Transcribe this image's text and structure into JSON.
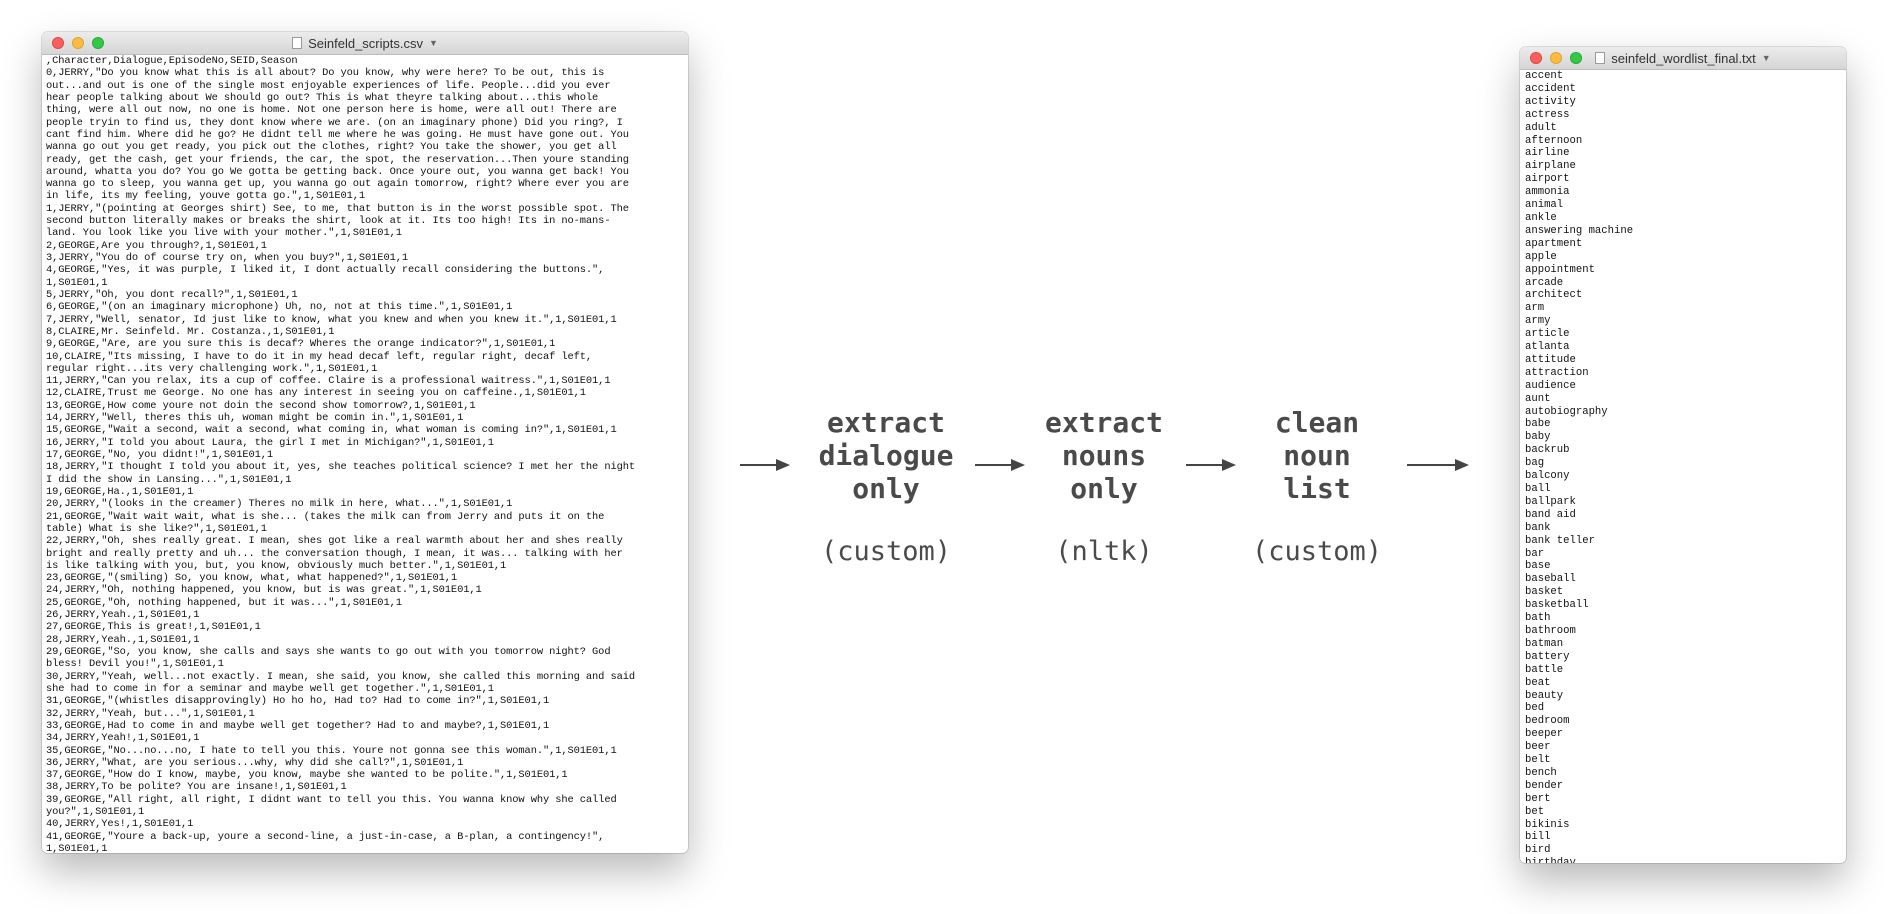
{
  "left_window": {
    "title": "Seinfeld_scripts.csv",
    "lines": [
      ",Character,Dialogue,EpisodeNo,SEID,Season",
      "0,JERRY,\"Do you know what this is all about? Do you know, why were here? To be out, this is",
      "out...and out is one of the single most enjoyable experiences of life. People...did you ever",
      "hear people talking about We should go out? This is what theyre talking about...this whole",
      "thing, were all out now, no one is home. Not one person here is home, were all out! There are",
      "people tryin to find us, they dont know where we are. (on an imaginary phone) Did you ring?, I",
      "cant find him. Where did he go? He didnt tell me where he was going. He must have gone out. You",
      "wanna go out you get ready, you pick out the clothes, right? You take the shower, you get all",
      "ready, get the cash, get your friends, the car, the spot, the reservation...Then youre standing",
      "around, whatta you do? You go We gotta be getting back. Once youre out, you wanna get back! You",
      "wanna go to sleep, you wanna get up, you wanna go out again tomorrow, right? Where ever you are",
      "in life, its my feeling, youve gotta go.\",1,S01E01,1",
      "1,JERRY,\"(pointing at Georges shirt) See, to me, that button is in the worst possible spot. The",
      "second button literally makes or breaks the shirt, look at it. Its too high! Its in no-mans-",
      "land. You look like you live with your mother.\",1,S01E01,1",
      "2,GEORGE,Are you through?,1,S01E01,1",
      "3,JERRY,\"You do of course try on, when you buy?\",1,S01E01,1",
      "4,GEORGE,\"Yes, it was purple, I liked it, I dont actually recall considering the buttons.\",",
      "1,S01E01,1",
      "5,JERRY,\"Oh, you dont recall?\",1,S01E01,1",
      "6,GEORGE,\"(on an imaginary microphone) Uh, no, not at this time.\",1,S01E01,1",
      "7,JERRY,\"Well, senator, Id just like to know, what you knew and when you knew it.\",1,S01E01,1",
      "8,CLAIRE,Mr. Seinfeld. Mr. Costanza.,1,S01E01,1",
      "9,GEORGE,\"Are, are you sure this is decaf? Wheres the orange indicator?\",1,S01E01,1",
      "10,CLAIRE,\"Its missing, I have to do it in my head decaf left, regular right, decaf left,",
      "regular right...its very challenging work.\",1,S01E01,1",
      "11,JERRY,\"Can you relax, its a cup of coffee. Claire is a professional waitress.\",1,S01E01,1",
      "12,CLAIRE,Trust me George. No one has any interest in seeing you on caffeine.,1,S01E01,1",
      "13,GEORGE,How come youre not doin the second show tomorrow?,1,S01E01,1",
      "14,JERRY,\"Well, theres this uh, woman might be comin in.\",1,S01E01,1",
      "15,GEORGE,\"Wait a second, wait a second, what coming in, what woman is coming in?\",1,S01E01,1",
      "16,JERRY,\"I told you about Laura, the girl I met in Michigan?\",1,S01E01,1",
      "17,GEORGE,\"No, you didnt!\",1,S01E01,1",
      "18,JERRY,\"I thought I told you about it, yes, she teaches political science? I met her the night",
      "I did the show in Lansing...\",1,S01E01,1",
      "19,GEORGE,Ha.,1,S01E01,1",
      "20,JERRY,\"(looks in the creamer) Theres no milk in here, what...\",1,S01E01,1",
      "21,GEORGE,\"Wait wait wait, what is she... (takes the milk can from Jerry and puts it on the",
      "table) What is she like?\",1,S01E01,1",
      "22,JERRY,\"Oh, shes really great. I mean, shes got like a real warmth about her and shes really",
      "bright and really pretty and uh... the conversation though, I mean, it was... talking with her",
      "is like talking with you, but, you know, obviously much better.\",1,S01E01,1",
      "23,GEORGE,\"(smiling) So, you know, what, what happened?\",1,S01E01,1",
      "24,JERRY,\"Oh, nothing happened, you know, but is was great.\",1,S01E01,1",
      "25,GEORGE,\"Oh, nothing happened, but it was...\",1,S01E01,1",
      "26,JERRY,Yeah.,1,S01E01,1",
      "27,GEORGE,This is great!,1,S01E01,1",
      "28,JERRY,Yeah.,1,S01E01,1",
      "29,GEORGE,\"So, you know, she calls and says she wants to go out with you tomorrow night? God",
      "bless! Devil you!\",1,S01E01,1",
      "30,JERRY,\"Yeah, well...not exactly. I mean, she said, you know, she called this morning and said",
      "she had to come in for a seminar and maybe well get together.\",1,S01E01,1",
      "31,GEORGE,\"(whistles disapprovingly) Ho ho ho, Had to? Had to come in?\",1,S01E01,1",
      "32,JERRY,\"Yeah, but...\",1,S01E01,1",
      "33,GEORGE,Had to come in and maybe well get together? Had to and maybe?,1,S01E01,1",
      "34,JERRY,Yeah!,1,S01E01,1",
      "35,GEORGE,\"No...no...no, I hate to tell you this. Youre not gonna see this woman.\",1,S01E01,1",
      "36,JERRY,\"What, are you serious...why, why did she call?\",1,S01E01,1",
      "37,GEORGE,\"How do I know, maybe, you know, maybe she wanted to be polite.\",1,S01E01,1",
      "38,JERRY,To be polite? You are insane!,1,S01E01,1",
      "39,GEORGE,\"All right, all right, I didnt want to tell you this. You wanna know why she called",
      "you?\",1,S01E01,1",
      "40,JERRY,Yes!,1,S01E01,1",
      "41,GEORGE,\"Youre a back-up, youre a second-line, a just-in-case, a B-plan, a contingency!\",",
      "1,S01E01,1"
    ]
  },
  "steps": [
    {
      "name_lines": [
        "extract",
        "dialogue",
        "only"
      ],
      "tool": "(custom)"
    },
    {
      "name_lines": [
        "extract",
        "nouns",
        "only"
      ],
      "tool": "(nltk)"
    },
    {
      "name_lines": [
        "clean",
        "noun",
        "list"
      ],
      "tool": "(custom)"
    }
  ],
  "right_window": {
    "title": "seinfeld_wordlist_final.txt",
    "lines": [
      "accent",
      "accident",
      "activity",
      "actress",
      "adult",
      "afternoon",
      "airline",
      "airplane",
      "airport",
      "ammonia",
      "animal",
      "ankle",
      "answering machine",
      "apartment",
      "apple",
      "appointment",
      "arcade",
      "architect",
      "arm",
      "army",
      "article",
      "atlanta",
      "attitude",
      "attraction",
      "audience",
      "aunt",
      "autobiography",
      "babe",
      "baby",
      "backrub",
      "bag",
      "balcony",
      "ball",
      "ballpark",
      "band aid",
      "bank",
      "bank teller",
      "bar",
      "base",
      "baseball",
      "basket",
      "basketball",
      "bath",
      "bathroom",
      "batman",
      "battery",
      "battle",
      "beat",
      "beauty",
      "bed",
      "bedroom",
      "beeper",
      "beer",
      "belt",
      "bench",
      "bender",
      "bert",
      "bet",
      "bikinis",
      "bill",
      "bird",
      "birthday"
    ]
  },
  "colors": {
    "step_text": "#4a4a4a",
    "arrow": "#444444",
    "window_border": "#bdbdbd"
  }
}
